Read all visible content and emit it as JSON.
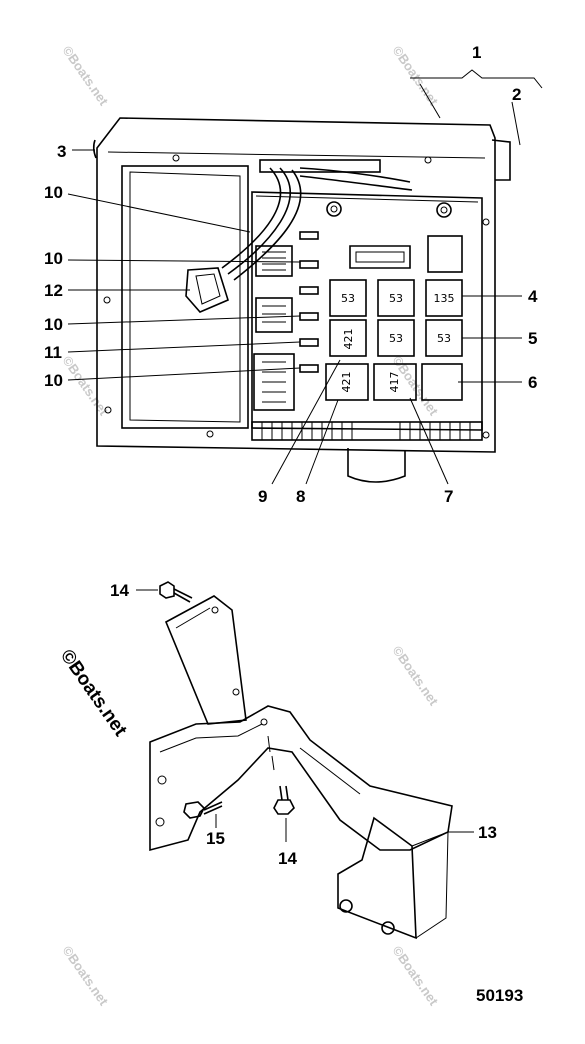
{
  "diagram": {
    "figure_id": "50193",
    "watermark_text": "©Boats.net",
    "callouts": [
      {
        "id": "c1",
        "label": "1"
      },
      {
        "id": "c2",
        "label": "2"
      },
      {
        "id": "c3",
        "label": "3"
      },
      {
        "id": "c4",
        "label": "4"
      },
      {
        "id": "c5",
        "label": "5"
      },
      {
        "id": "c6",
        "label": "6"
      },
      {
        "id": "c7",
        "label": "7"
      },
      {
        "id": "c8",
        "label": "8"
      },
      {
        "id": "c9",
        "label": "9"
      },
      {
        "id": "c10a",
        "label": "10"
      },
      {
        "id": "c10b",
        "label": "10"
      },
      {
        "id": "c10c",
        "label": "10"
      },
      {
        "id": "c10d",
        "label": "10"
      },
      {
        "id": "c11",
        "label": "11"
      },
      {
        "id": "c12",
        "label": "12"
      },
      {
        "id": "c13",
        "label": "13"
      },
      {
        "id": "c14a",
        "label": "14"
      },
      {
        "id": "c14b",
        "label": "14"
      },
      {
        "id": "c15",
        "label": "15"
      }
    ],
    "fuses": [
      {
        "id": "f1",
        "label": "53"
      },
      {
        "id": "f2",
        "label": "53"
      },
      {
        "id": "f3",
        "label": "135"
      },
      {
        "id": "f4",
        "label": "421"
      },
      {
        "id": "f5",
        "label": "53"
      },
      {
        "id": "f6",
        "label": "53"
      },
      {
        "id": "f7",
        "label": "421"
      },
      {
        "id": "f8",
        "label": "417"
      }
    ]
  }
}
